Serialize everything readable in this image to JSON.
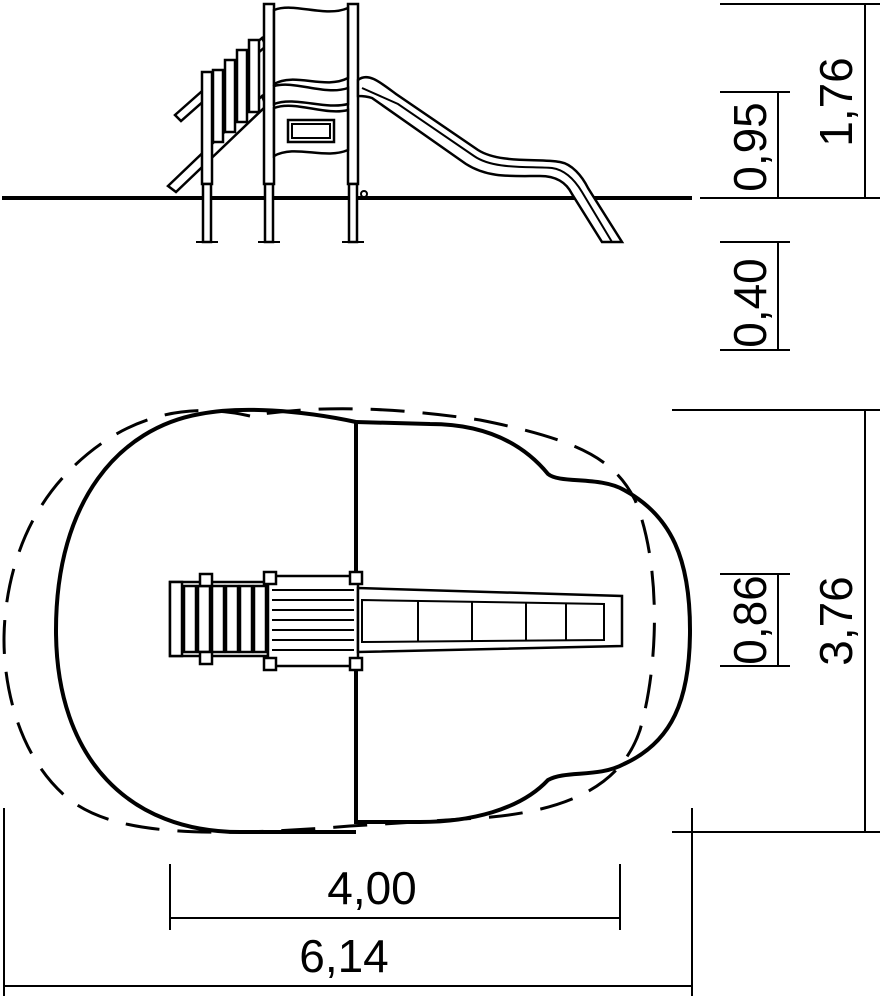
{
  "side_view": {
    "dimensions": {
      "platform_height": "0,95",
      "total_height": "1,76",
      "foundation_depth": "0,40"
    }
  },
  "top_view": {
    "dimensions": {
      "slide_width": "0,86",
      "safety_zone_width": "3,76",
      "equipment_length": "4,00",
      "safety_zone_length": "6,14"
    }
  }
}
